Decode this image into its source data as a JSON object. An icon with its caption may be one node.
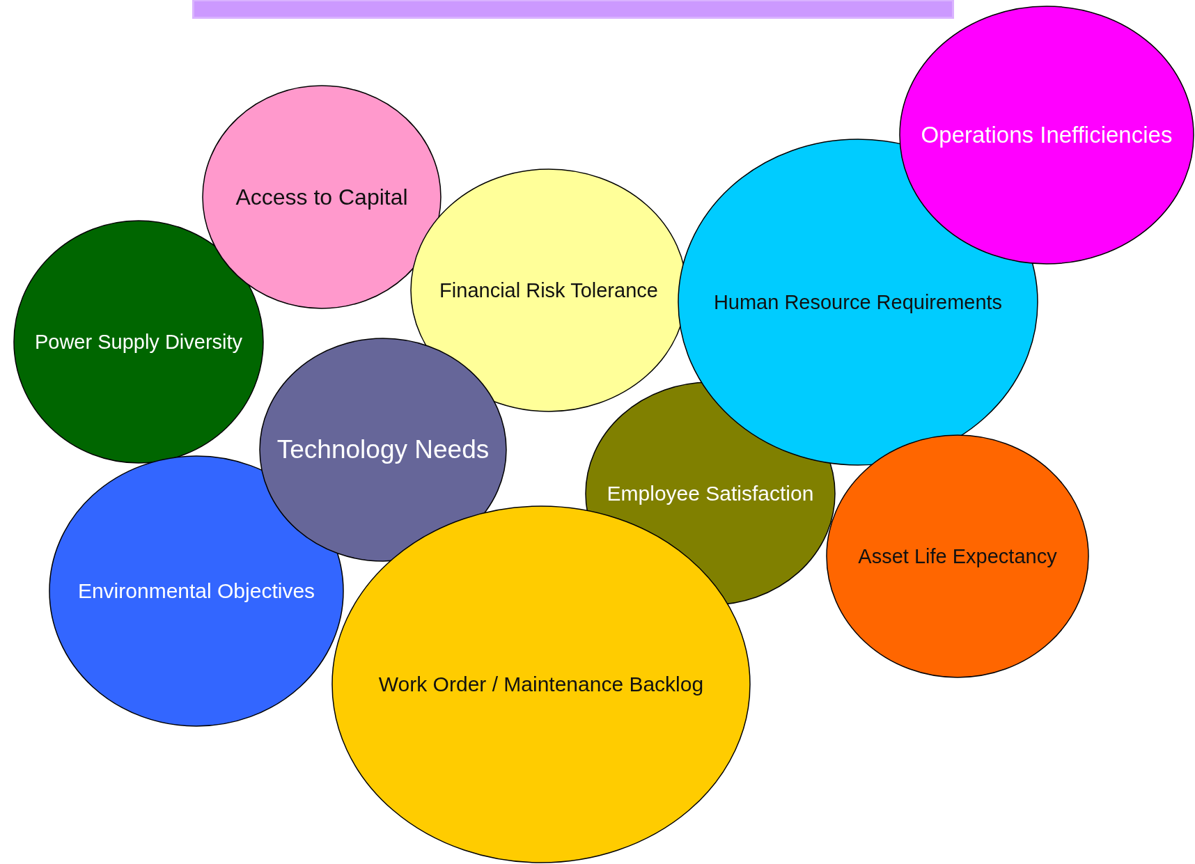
{
  "diagram": {
    "nodes": [
      {
        "text": [],
        "shape": "bar"
      },
      {
        "text": [
          "Operations Inefficiencies"
        ]
      },
      {
        "text": [
          "Access to Capital"
        ]
      },
      {
        "text": [
          "Financial Risk Tolerance"
        ]
      },
      {
        "text": [
          "Human Resource Requirements"
        ]
      },
      {
        "text": [
          "Power Supply Diversity"
        ]
      },
      {
        "text": [
          "Technology Needs"
        ]
      },
      {
        "text": [
          "Employee Satisfaction"
        ]
      },
      {
        "text": [
          "Asset Life Expectancy"
        ]
      },
      {
        "text": [
          "Environmental Objectives"
        ]
      },
      {
        "text": [
          "Work Order / Maintenance Backlog"
        ]
      }
    ]
  }
}
